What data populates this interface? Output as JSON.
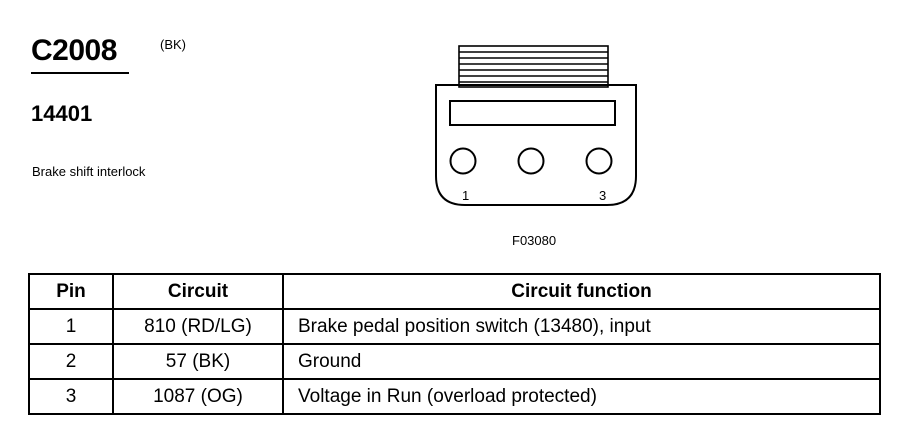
{
  "connector": {
    "id": "C2008",
    "color": "(BK)",
    "part_number": "14401",
    "description": "Brake shift interlock"
  },
  "figure": {
    "id": "F03080",
    "pin_labels": {
      "left": "1",
      "right": "3"
    }
  },
  "table": {
    "headers": {
      "pin": "Pin",
      "circuit": "Circuit",
      "function": "Circuit function"
    },
    "rows": [
      {
        "pin": "1",
        "circuit": "810 (RD/LG)",
        "function": "Brake pedal position switch (13480), input"
      },
      {
        "pin": "2",
        "circuit": "57 (BK)",
        "function": "Ground"
      },
      {
        "pin": "3",
        "circuit": "1087 (OG)",
        "function": "Voltage in Run (overload protected)"
      }
    ]
  }
}
